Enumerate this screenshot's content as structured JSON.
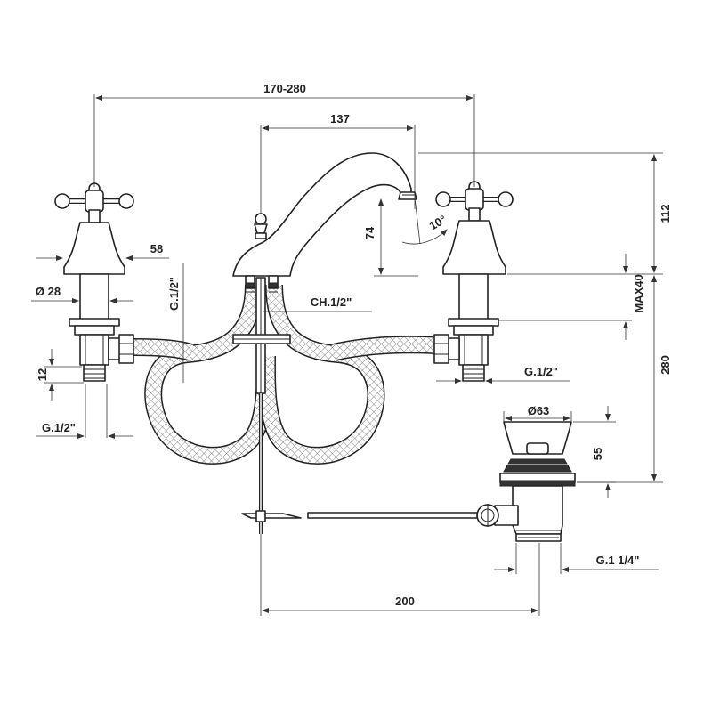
{
  "dimensions": {
    "width_range": "170-280",
    "spout_reach": "137",
    "total_height": "112",
    "spout_height": "74",
    "spout_angle": "10°",
    "handle_base_width": "58",
    "shank_diameter": "Ø 28",
    "hose_thread_left": "G.1/2\"",
    "connector_thread": "CH.1/2\"",
    "max_thickness": "MAX40",
    "shank_length": "280",
    "thread_length": "12",
    "inlet_thread_left": "G.1/2\"",
    "inlet_thread_right": "G.1/2\"",
    "waste_diameter": "Ø63",
    "waste_height": "55",
    "waste_thread": "G.1 1/4\"",
    "rod_length": "200"
  },
  "colors": {
    "line": "#222222",
    "background": "#ffffff"
  }
}
